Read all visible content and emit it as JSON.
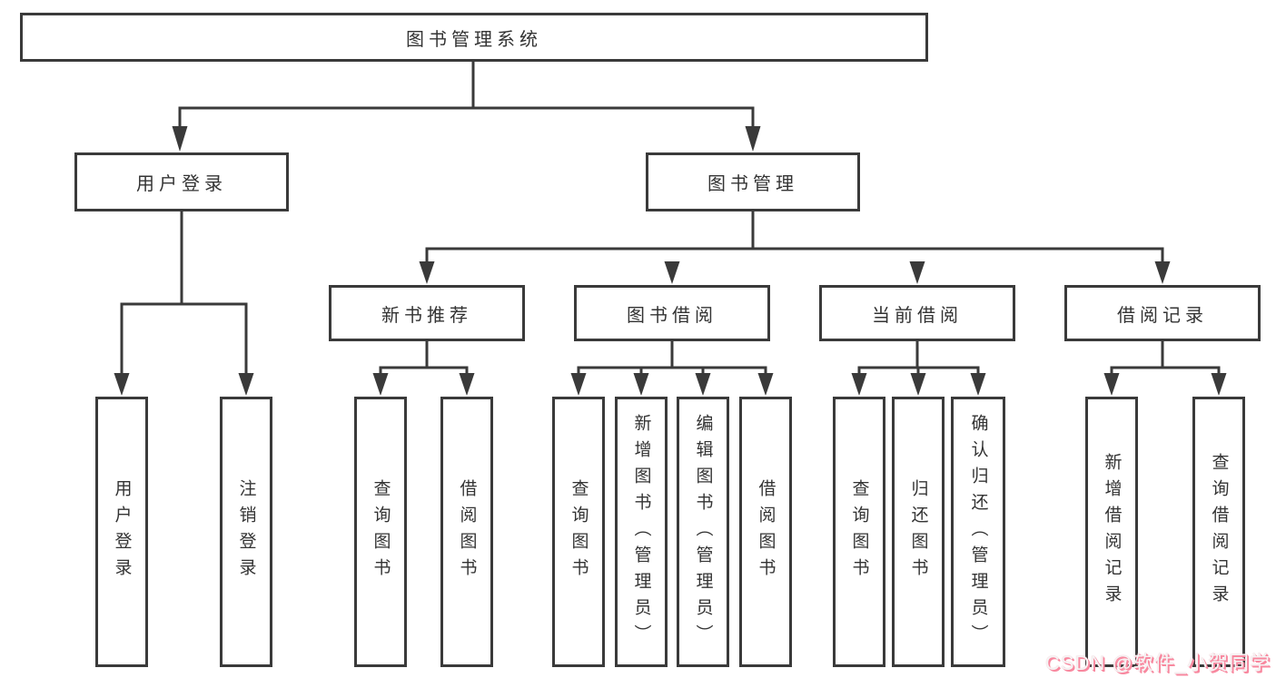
{
  "diagram": {
    "root": {
      "label": "图书管理系统"
    },
    "branches": [
      {
        "label": "用户登录",
        "children": [
          "用户登录",
          "注销登录"
        ]
      },
      {
        "label": "图书管理",
        "groups": [
          {
            "label": "新书推荐",
            "children": [
              "查询图书",
              "借阅图书"
            ]
          },
          {
            "label": "图书借阅",
            "children": [
              "查询图书",
              "新增图书（管理员）",
              "编辑图书（管理员）",
              "借阅图书"
            ]
          },
          {
            "label": "当前借阅",
            "children": [
              "查询图书",
              "归还图书",
              "确认归还（管理员）"
            ]
          },
          {
            "label": "借阅记录",
            "children": [
              "新增借阅记录",
              "查询借阅记录"
            ]
          }
        ]
      }
    ]
  },
  "watermark": {
    "text": "CSDN @软件_小贺同学"
  },
  "colors": {
    "line": "#3a3a3a",
    "text": "#333333",
    "background": "#ffffff",
    "watermark_pink": "#f8889f"
  }
}
